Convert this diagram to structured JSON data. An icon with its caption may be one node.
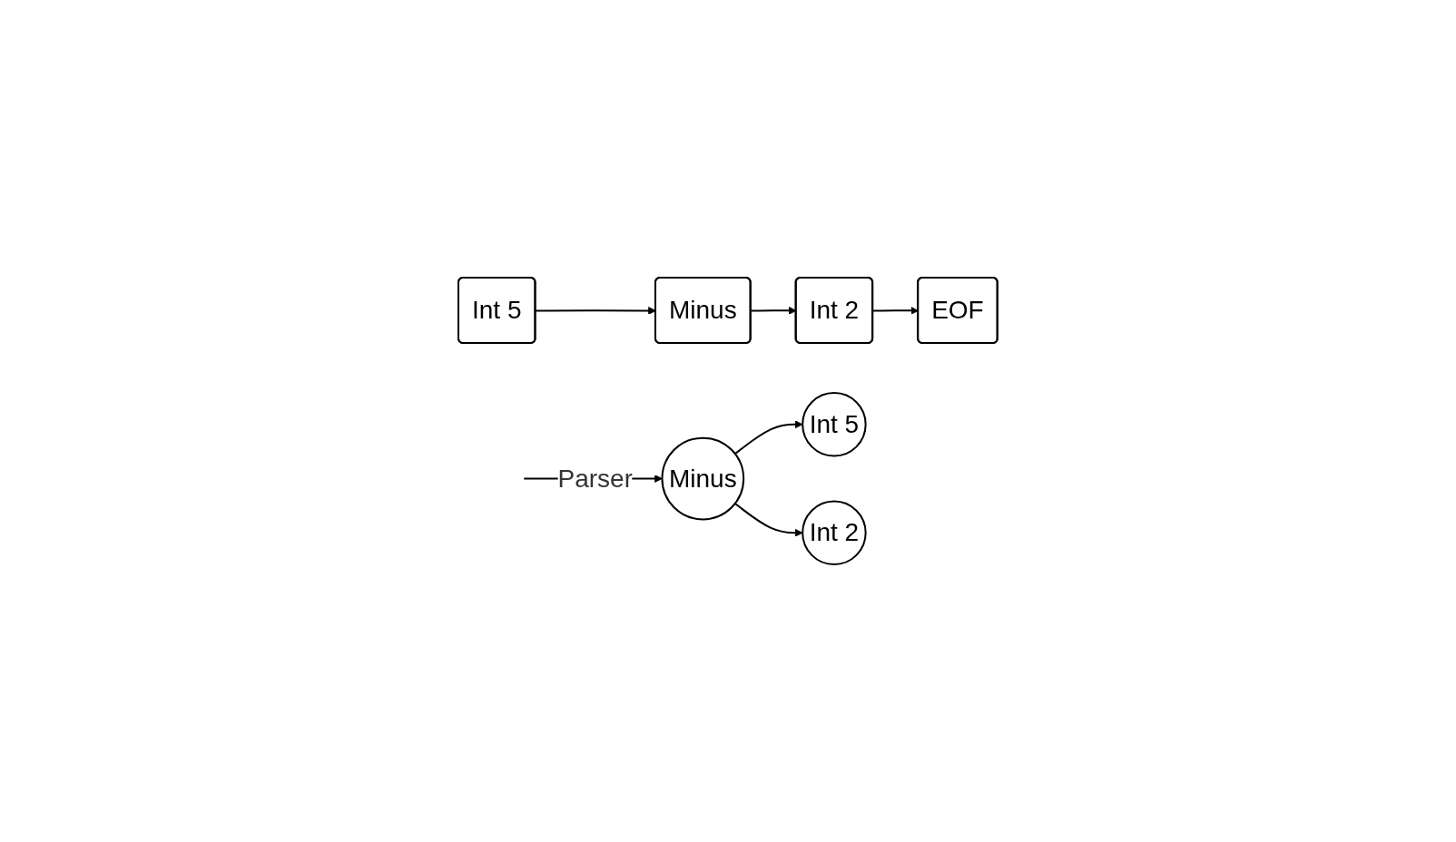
{
  "diagram": {
    "nodes": [
      {
        "text": [
          "Int 5"
        ]
      },
      {
        "text": [
          "Minus"
        ]
      },
      {
        "text": [
          "Int 2"
        ]
      },
      {
        "text": [
          "EOF"
        ]
      },
      {
        "text": [
          "Minus"
        ]
      },
      {
        "text": [
          "Int 5"
        ]
      },
      {
        "text": [
          "Int 2"
        ]
      }
    ],
    "edges": [
      {
        "from": 0,
        "to": 1,
        "arrow": "to"
      },
      {
        "from": 1,
        "to": 2,
        "arrow": "to"
      },
      {
        "from": 2,
        "to": 3,
        "arrow": "to"
      },
      {
        "from": null,
        "to": 4,
        "arrow": "to",
        "label": "Parser"
      },
      {
        "from": 4,
        "to": 5,
        "arrow": "to"
      },
      {
        "from": 4,
        "to": 6,
        "arrow": "to"
      }
    ]
  }
}
